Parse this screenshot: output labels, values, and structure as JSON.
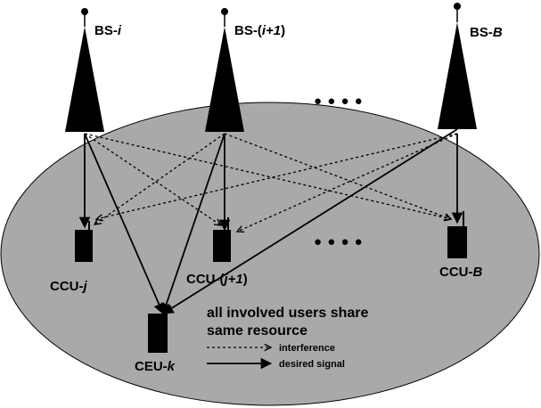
{
  "base_stations": [
    {
      "name": "BS-",
      "index": "i",
      "suffix": ""
    },
    {
      "name": "BS-(",
      "index": "i+1",
      "suffix": ")"
    },
    {
      "name": "BS-",
      "index": "B",
      "suffix": ""
    }
  ],
  "users": [
    {
      "name": "CCU-",
      "index": "j",
      "suffix": ""
    },
    {
      "name": "CCU-(",
      "index": "j+1",
      "suffix": ")"
    },
    {
      "name": "CCU-",
      "index": "B",
      "suffix": ""
    },
    {
      "name": "CEU-",
      "index": "k",
      "suffix": ""
    }
  ],
  "ellipsis": "● ● ● ●",
  "note": {
    "line1": "all involved users share",
    "line2": "same resource"
  },
  "legend": {
    "interference": "interference",
    "desired": "desired signal"
  },
  "colors": {
    "region": "#a9a9a9",
    "ink": "#000000"
  }
}
